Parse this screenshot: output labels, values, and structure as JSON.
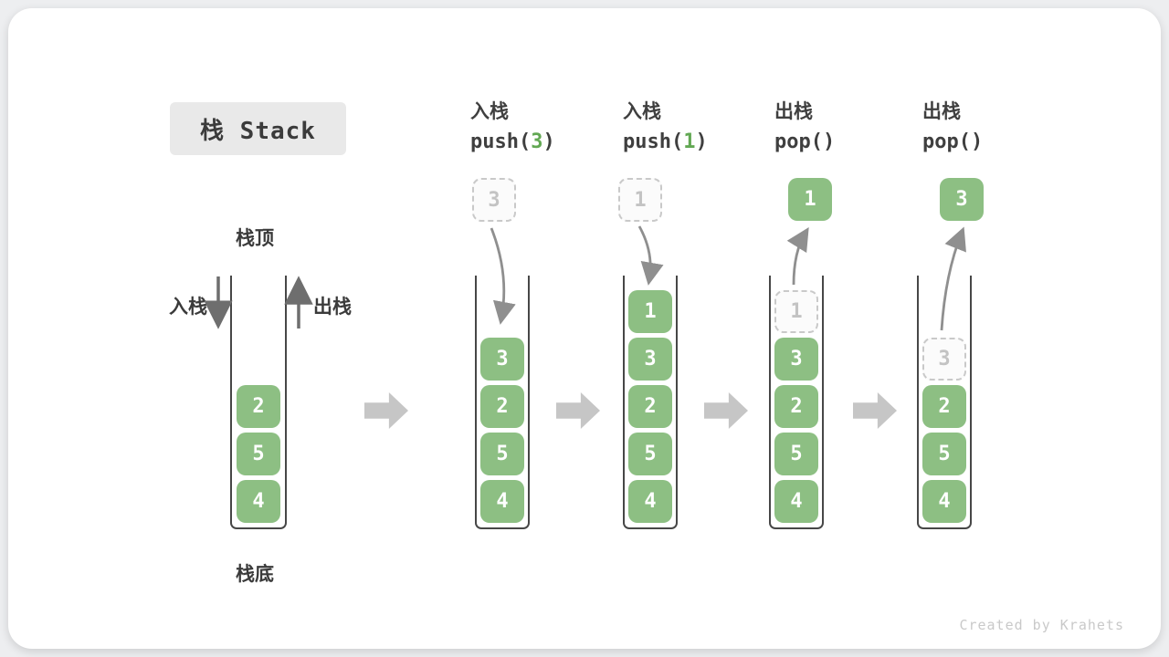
{
  "title": "栈 Stack",
  "watermark": "Created by Krahets",
  "labels": {
    "stack_top": "栈顶",
    "stack_bottom": "栈底",
    "push_side": "入栈",
    "pop_side": "出栈"
  },
  "colors": {
    "cell_green": "#8dbf83",
    "code_arg_green": "#62a853",
    "container_border": "#474747",
    "dashed_border": "#c9c9c9",
    "curved_arrow": "#8f8f8f",
    "side_arrow": "#6e6e6e",
    "block_arrow": "#c6c6c6",
    "title_bg": "#e9e9e9",
    "text_dark": "#3b3b3b"
  },
  "columns": [
    {
      "name": "initial-state",
      "stack": [
        {
          "value": "2",
          "type": "solid"
        },
        {
          "value": "5",
          "type": "solid"
        },
        {
          "value": "4",
          "type": "solid"
        }
      ]
    },
    {
      "name": "push-3",
      "op_name": "入栈",
      "op_pre": "push(",
      "op_arg": "3",
      "op_post": ")",
      "floating": {
        "value": "3",
        "type": "dashed"
      },
      "stack": [
        {
          "value": "3",
          "type": "solid"
        },
        {
          "value": "2",
          "type": "solid"
        },
        {
          "value": "5",
          "type": "solid"
        },
        {
          "value": "4",
          "type": "solid"
        }
      ]
    },
    {
      "name": "push-1",
      "op_name": "入栈",
      "op_pre": "push(",
      "op_arg": "1",
      "op_post": ")",
      "floating": {
        "value": "1",
        "type": "dashed"
      },
      "stack": [
        {
          "value": "1",
          "type": "solid"
        },
        {
          "value": "3",
          "type": "solid"
        },
        {
          "value": "2",
          "type": "solid"
        },
        {
          "value": "5",
          "type": "solid"
        },
        {
          "value": "4",
          "type": "solid"
        }
      ]
    },
    {
      "name": "pop-1",
      "op_name": "出栈",
      "op_pre": "pop(",
      "op_arg": "",
      "op_post": ")",
      "floating": {
        "value": "1",
        "type": "solid"
      },
      "stack": [
        {
          "value": "1",
          "type": "dashed"
        },
        {
          "value": "3",
          "type": "solid"
        },
        {
          "value": "2",
          "type": "solid"
        },
        {
          "value": "5",
          "type": "solid"
        },
        {
          "value": "4",
          "type": "solid"
        }
      ]
    },
    {
      "name": "pop-3",
      "op_name": "出栈",
      "op_pre": "pop(",
      "op_arg": "",
      "op_post": ")",
      "floating": {
        "value": "3",
        "type": "solid"
      },
      "stack": [
        {
          "value": "3",
          "type": "dashed"
        },
        {
          "value": "2",
          "type": "solid"
        },
        {
          "value": "5",
          "type": "solid"
        },
        {
          "value": "4",
          "type": "solid"
        }
      ]
    }
  ]
}
